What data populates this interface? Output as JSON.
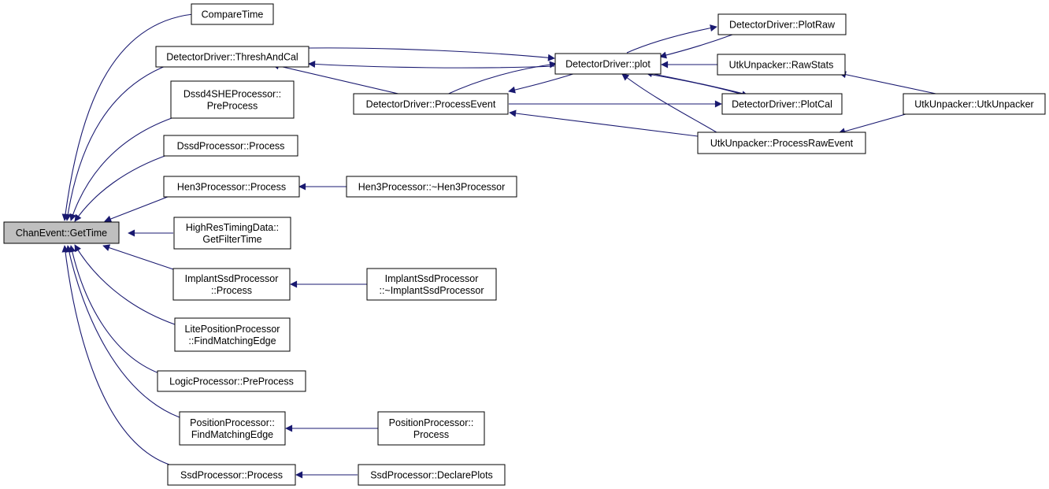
{
  "diagram": {
    "edge_color": "#191970",
    "root_fill": "#bfbfbf",
    "nodes": {
      "chanevent_gettime": [
        "ChanEvent::GetTime"
      ],
      "comparetime": [
        "CompareTime"
      ],
      "dd_threshandcal": [
        "DetectorDriver::ThreshAndCal"
      ],
      "dssd4she_preprocess": [
        "Dssd4SHEProcessor::",
        "PreProcess"
      ],
      "dssd_process": [
        "DssdProcessor::Process"
      ],
      "hen3_process": [
        "Hen3Processor::Process"
      ],
      "highres_getfiltertime": [
        "HighResTimingData::",
        "GetFilterTime"
      ],
      "implantssd_process": [
        "ImplantSsdProcessor",
        "::Process"
      ],
      "liteposition_findmatchingedge": [
        "LitePositionProcessor",
        "::FindMatchingEdge"
      ],
      "logic_preprocess": [
        "LogicProcessor::PreProcess"
      ],
      "position_findmatchingedge": [
        "PositionProcessor::",
        "FindMatchingEdge"
      ],
      "ssd_process": [
        "SsdProcessor::Process"
      ],
      "dd_processevent": [
        "DetectorDriver::ProcessEvent"
      ],
      "dd_plot": [
        "DetectorDriver::plot"
      ],
      "dd_plotraw": [
        "DetectorDriver::PlotRaw"
      ],
      "utk_rawstats": [
        "UtkUnpacker::RawStats"
      ],
      "dd_plotcal": [
        "DetectorDriver::PlotCal"
      ],
      "utk_processrawevent": [
        "UtkUnpacker::ProcessRawEvent"
      ],
      "utk_utkunpacker": [
        "UtkUnpacker::UtkUnpacker"
      ],
      "hen3_destructor": [
        "Hen3Processor::~Hen3Processor"
      ],
      "implantssd_destructor": [
        "ImplantSsdProcessor",
        "::~ImplantSsdProcessor"
      ],
      "position_process": [
        "PositionProcessor::",
        "Process"
      ],
      "ssd_declareplots": [
        "SsdProcessor::DeclarePlots"
      ]
    }
  }
}
